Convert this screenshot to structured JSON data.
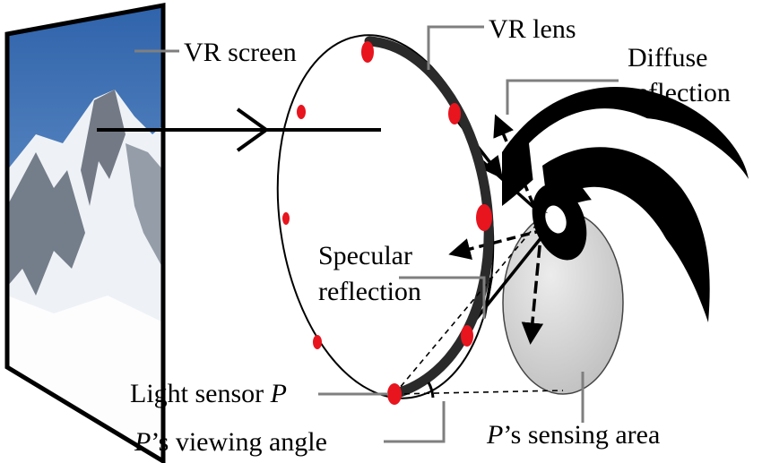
{
  "labels": {
    "vr_screen": "VR screen",
    "vr_lens": "VR lens",
    "diffuse_line1": "Diffuse",
    "diffuse_line2": "reflection",
    "specular_line1": "Specular",
    "specular_line2": "reflection",
    "light_sensor_prefix": "Light sensor ",
    "light_sensor_var": "P",
    "viewing_angle_var": "P",
    "viewing_angle_suffix": "’s viewing angle",
    "sensing_area_var": "P",
    "sensing_area_suffix": "’s sensing area"
  },
  "colors": {
    "sensor": "#e8141e",
    "lens_rim": "#2a2a2a",
    "leader_line": "#7f7f7f",
    "sensing_area": "#cfcfcf",
    "sky": "#3d6fb4",
    "snow": "#eef2f6"
  },
  "icons": {
    "screen_image": "mountain-photo",
    "eye": "eye-icon"
  }
}
